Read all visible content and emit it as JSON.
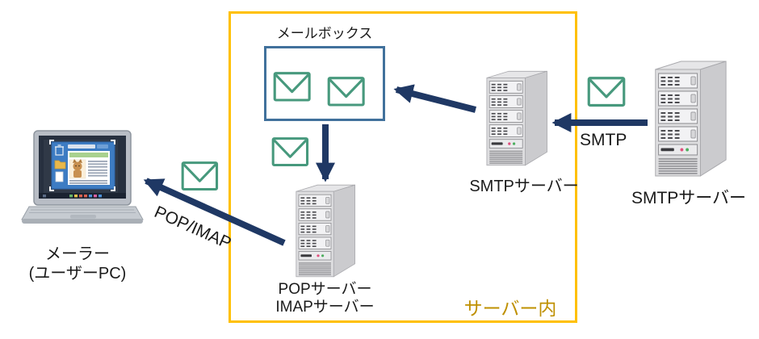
{
  "diagram": {
    "type": "email-server-architecture",
    "labels": {
      "mailbox_box_title": "メールボックス",
      "server_zone": "サーバー内",
      "smtp_protocol": "SMTP",
      "pop_imap_protocol": "POP/IMAP",
      "client": {
        "line1": "メーラー",
        "line2": "(ユーザーPC)"
      },
      "pop_imap_server": {
        "line1": "POPサーバー",
        "line2": "IMAPサーバー"
      },
      "smtp_server_internal": "SMTPサーバー",
      "smtp_server_external": "SMTPサーバー"
    },
    "icons": {
      "envelope": "envelope-icon (green hand-drawn outline)",
      "server": "server-tower-icon (gray 3D tower)",
      "laptop": "laptop-icon (user PC with mail window)"
    },
    "colors": {
      "server_zone_border": "#FFC000",
      "server_zone_label": "#BF9000",
      "mailbox_border": "#41719C",
      "arrow": "#1F3864",
      "envelope": "#47997D",
      "text": "#1A1A1A"
    },
    "flows": [
      {
        "from": "smtp_server_external",
        "to": "smtp_server_internal",
        "label": "SMTP"
      },
      {
        "from": "smtp_server_internal",
        "to": "mailbox",
        "label": ""
      },
      {
        "from": "mailbox",
        "to": "pop_imap_server",
        "label": ""
      },
      {
        "from": "pop_imap_server",
        "to": "client",
        "label": "POP/IMAP"
      }
    ]
  }
}
